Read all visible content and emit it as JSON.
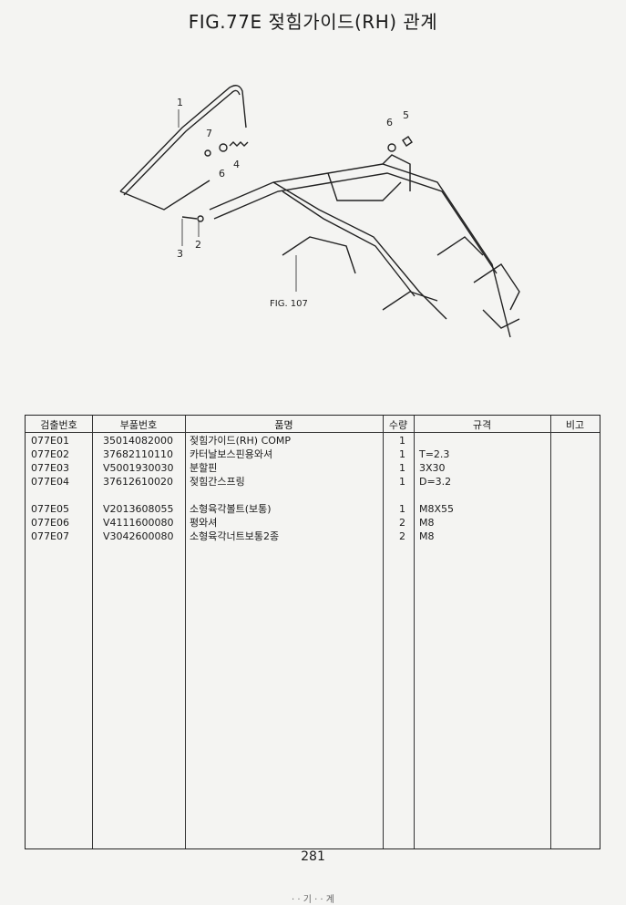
{
  "title": "FIG.77E 젖힘가이드(RH) 관계",
  "diagram": {
    "callouts": [
      "1",
      "2",
      "3",
      "4",
      "5",
      "6",
      "6",
      "7"
    ],
    "ref_label": "FIG. 107"
  },
  "table": {
    "headers": [
      "검출번호",
      "부품번호",
      "품명",
      "수량",
      "규격",
      "비고"
    ],
    "rows": [
      {
        "no": "077E01",
        "part": "35014082000",
        "name": "젖힘가이드(RH) COMP",
        "qty": "1",
        "spec": "",
        "note": ""
      },
      {
        "no": "077E02",
        "part": "37682110110",
        "name": "카터날보스핀용와셔",
        "qty": "1",
        "spec": "T=2.3",
        "note": ""
      },
      {
        "no": "077E03",
        "part": "V5001930030",
        "name": "분할핀",
        "qty": "1",
        "spec": "3X30",
        "note": ""
      },
      {
        "no": "077E04",
        "part": "37612610020",
        "name": "젖힘간스프링",
        "qty": "1",
        "spec": "D=3.2",
        "note": ""
      },
      {
        "no": "077E05",
        "part": "V2013608055",
        "name": "소형육각볼트(보통)",
        "qty": "1",
        "spec": "M8X55",
        "note": ""
      },
      {
        "no": "077E06",
        "part": "V4111600080",
        "name": "평와셔",
        "qty": "2",
        "spec": "M8",
        "note": ""
      },
      {
        "no": "077E07",
        "part": "V3042600080",
        "name": "소형육각너트보통2종",
        "qty": "2",
        "spec": "M8",
        "note": ""
      }
    ]
  },
  "page_number": "281",
  "footer": "· · 기 · · 계"
}
